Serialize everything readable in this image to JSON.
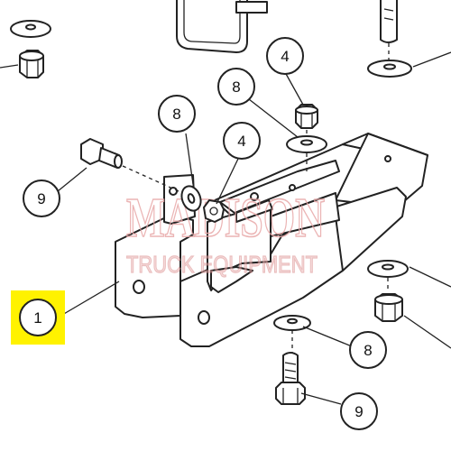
{
  "diagram": {
    "watermark": {
      "line1": "MADISON",
      "line2": "TRUCK EQUIPMENT"
    },
    "callouts": [
      {
        "id": "part-1-label",
        "label": "1",
        "highlight": "#fff200"
      },
      {
        "id": "nut-upper-label",
        "label": "4"
      },
      {
        "id": "washer-upper-label",
        "label": "8"
      },
      {
        "id": "washer-left-label",
        "label": "8"
      },
      {
        "id": "nut-left-label",
        "label": "4"
      },
      {
        "id": "bolt-left-label",
        "label": "9"
      },
      {
        "id": "washer-lower-label",
        "label": "8"
      },
      {
        "id": "bolt-lower-label",
        "label": "9"
      }
    ]
  }
}
